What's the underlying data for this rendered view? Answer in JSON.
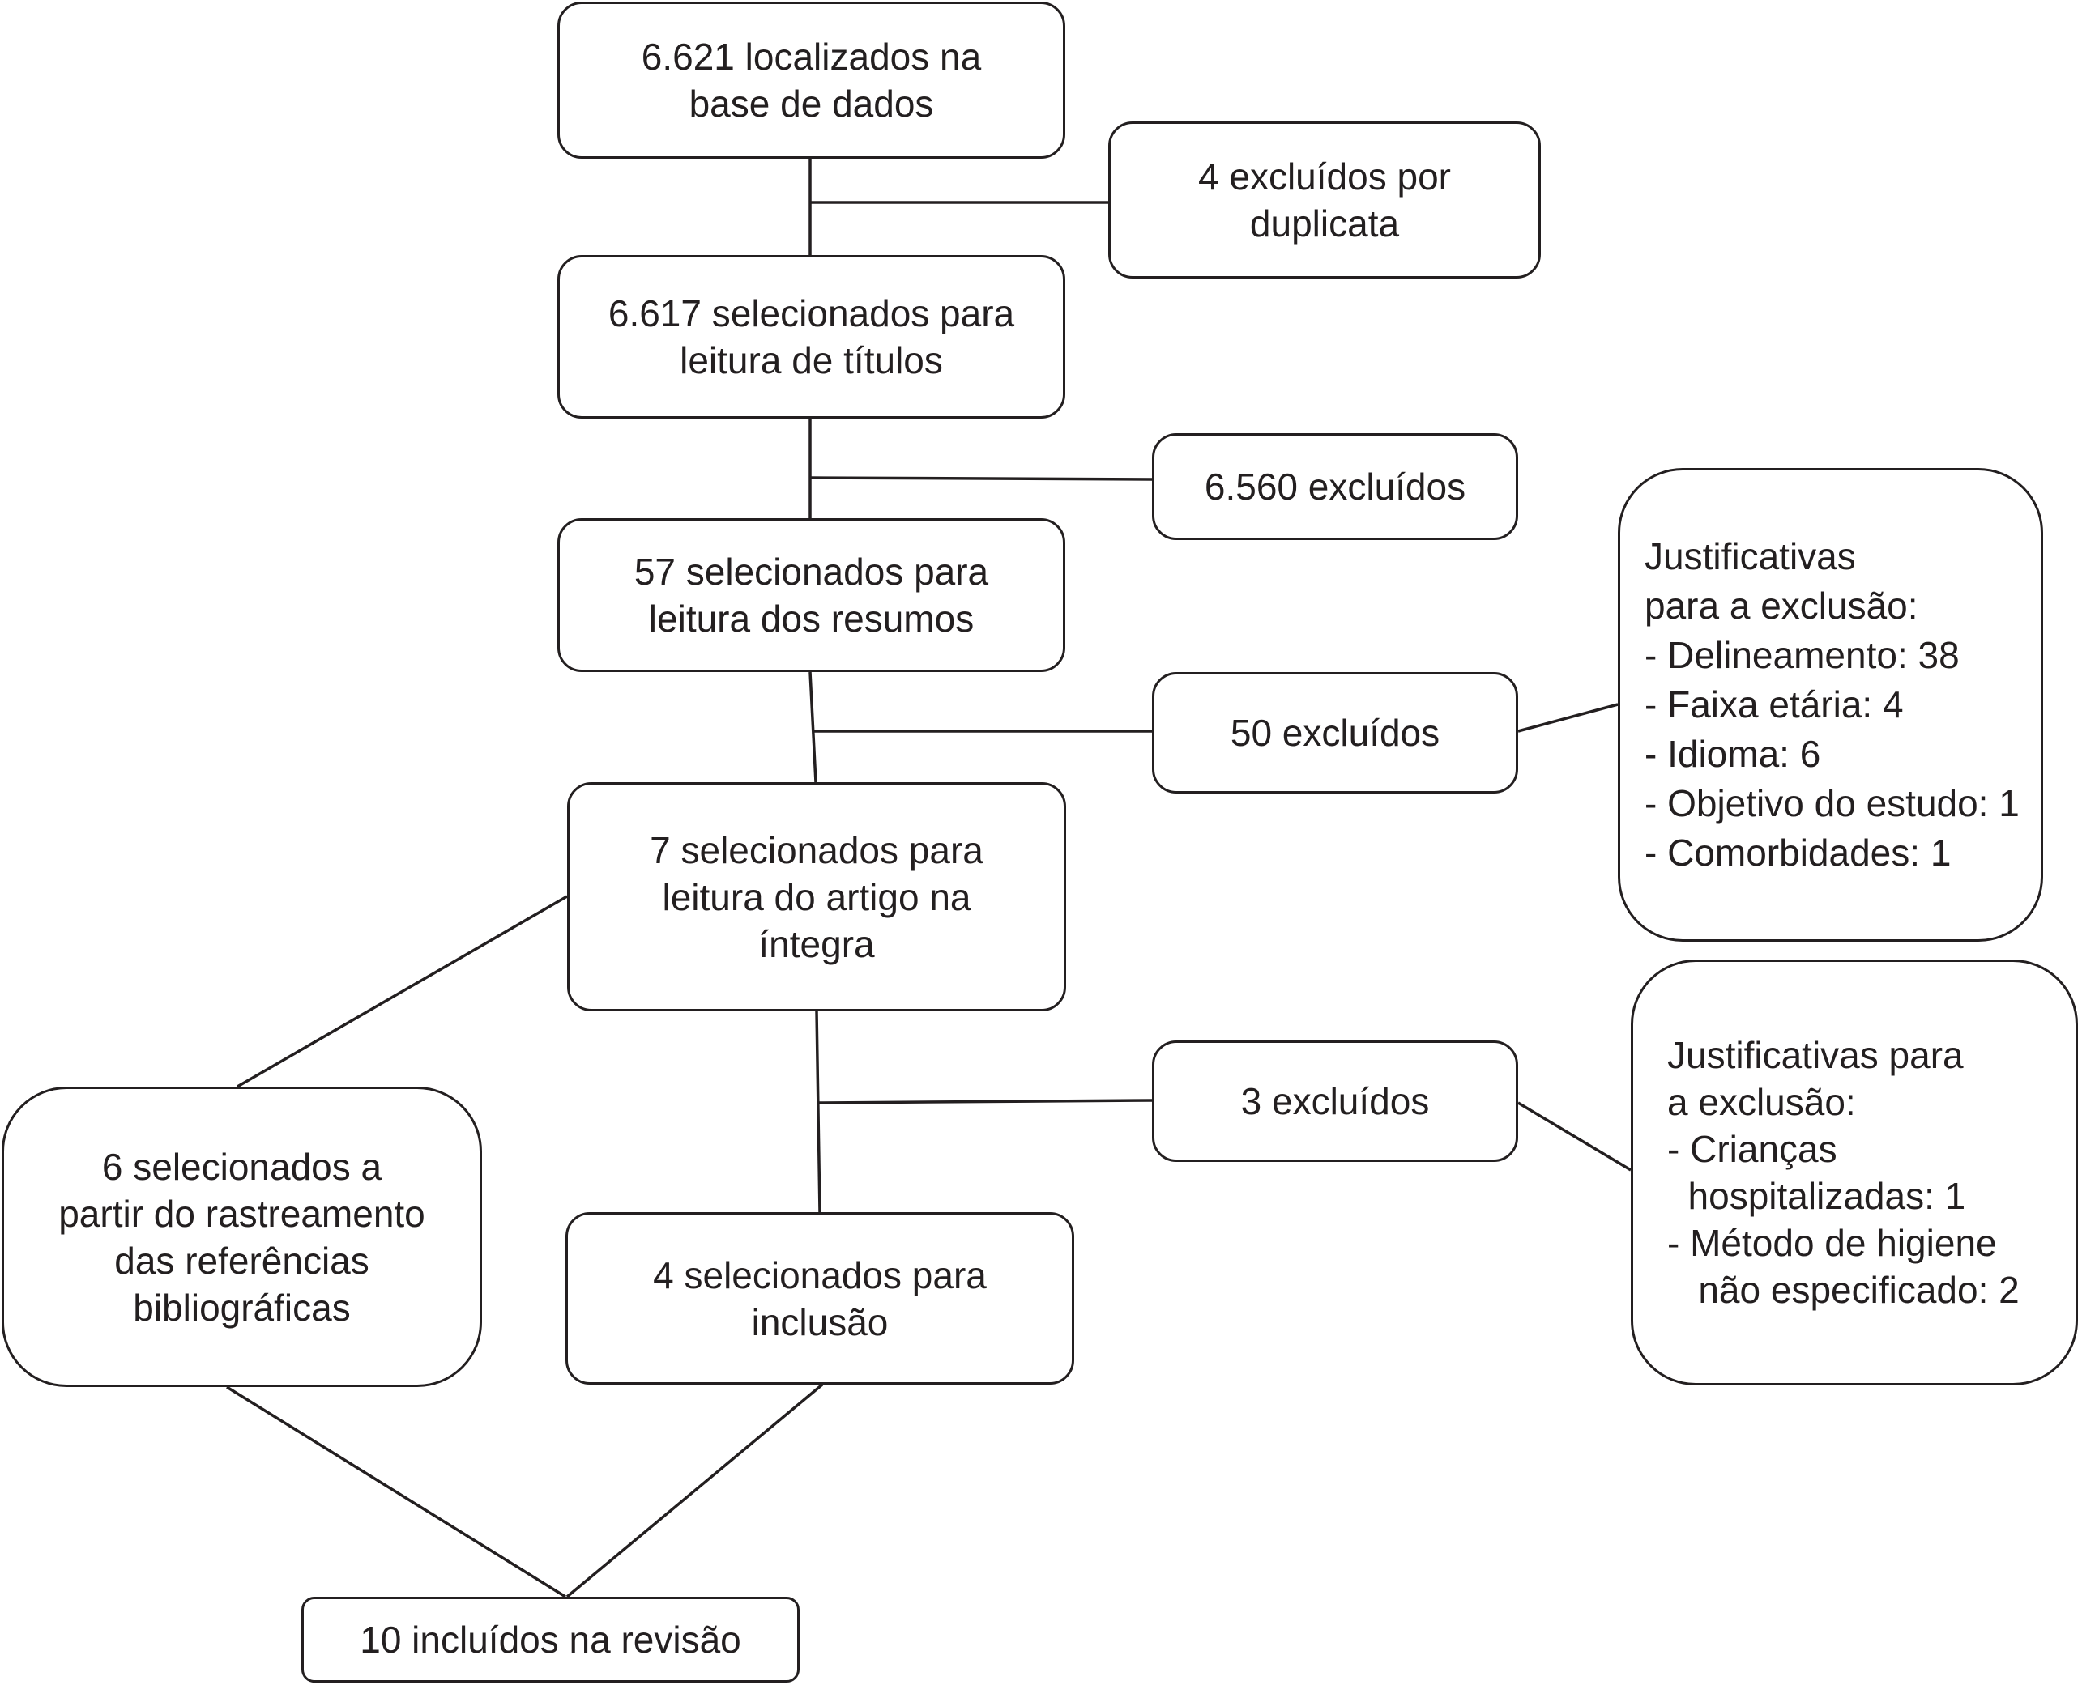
{
  "boxes": {
    "located": {
      "lines": [
        "6.621 localizados na",
        "base de dados"
      ]
    },
    "duplicates": {
      "lines": [
        "4 excluídos por",
        "duplicata"
      ]
    },
    "titles": {
      "lines": [
        "6.617 selecionados para",
        "leitura de títulos"
      ]
    },
    "excluded_titles": {
      "lines": [
        "6.560 excluídos"
      ]
    },
    "abstracts": {
      "lines": [
        "57 selecionados para",
        "leitura dos resumos"
      ]
    },
    "excluded_abstracts": {
      "lines": [
        "50 excluídos"
      ]
    },
    "justification_abstracts": {
      "lines": [
        "Justificativas",
        "para a exclusão:",
        "- Delineamento: 38",
        "- Faixa etária: 4",
        "- Idioma:  6",
        "- Objetivo do estudo: 1",
        "- Comorbidades: 1"
      ]
    },
    "fulltext": {
      "lines": [
        "7 selecionados para",
        "leitura do artigo na",
        "íntegra"
      ]
    },
    "excluded_fulltext": {
      "lines": [
        "3 excluídos"
      ]
    },
    "justification_fulltext": {
      "lines": [
        "Justificativas para",
        "a exclusão:",
        "- Crianças",
        "  hospitalizadas: 1",
        "- Método de higiene",
        "   não especificado: 2"
      ]
    },
    "references": {
      "lines": [
        "6 selecionados a",
        "partir do rastreamento",
        "das referências",
        "bibliográficas"
      ]
    },
    "inclusion": {
      "lines": [
        "4 selecionados para",
        "inclusão"
      ]
    },
    "review": {
      "lines": [
        "10 incluídos na revisão"
      ]
    }
  }
}
